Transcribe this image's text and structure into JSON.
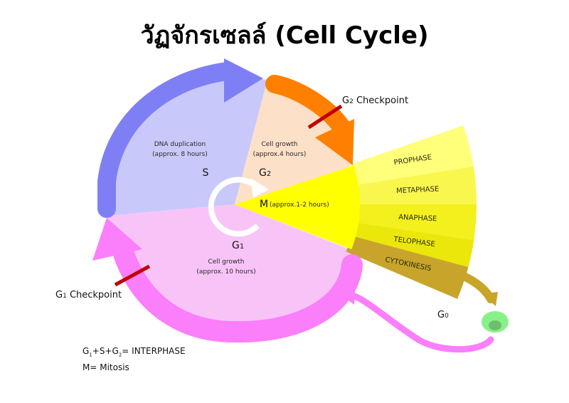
{
  "title": "วัฏจักรเซลล์   (Cell Cycle)",
  "phases": {
    "S": {
      "label": "S",
      "desc_line1": "DNA duplication",
      "desc_line2": "(approx. 8 hours)",
      "color": "#c8c8fa",
      "arrow_color": "#7f7ff5"
    },
    "G2": {
      "label": "G",
      "sub": "2",
      "desc_line1": "Cell growth",
      "desc_line2": "(approx.4 hours)",
      "color": "#fde0c8",
      "arrow_color": "#ff8000"
    },
    "M": {
      "label": "M",
      "desc": "(approx.1-2 hours)",
      "color": "#ffff00"
    },
    "G1": {
      "label": "G",
      "sub": "1",
      "desc_line1": "Cell growth",
      "desc_line2": "(approx. 10 hours)",
      "color": "#f8c4f8",
      "arrow_color": "#fb7efb"
    },
    "G0": {
      "label": "G",
      "sub": "0"
    }
  },
  "mitosis_stages": [
    {
      "label": "PROPHASE",
      "color": "#ffff7a"
    },
    {
      "label": "METAPHASE",
      "color": "#f9f74e"
    },
    {
      "label": "ANAPHASE",
      "color": "#f3f01e"
    },
    {
      "label": "TELOPHASE",
      "color": "#ebe70a"
    },
    {
      "label": "CYTOKINESIS",
      "color": "#c8a52a"
    }
  ],
  "checkpoints": {
    "g2": {
      "label_main": "G",
      "label_sub": "2",
      "label_rest": " Checkpoint",
      "color": "#c00000"
    },
    "g1": {
      "label_main": "G",
      "label_sub": "1",
      "label_rest": " Checkpoint",
      "color": "#c00000"
    }
  },
  "legend": {
    "line1_prefix": "G",
    "line1_s1": "1",
    "line1_mid1": "+S+G",
    "line1_s2": "2",
    "line1_rest": "= INTERPHASE",
    "line2": "M= Mitosis"
  },
  "g0_cell": {
    "outer_color": "#88f088",
    "inner_color": "#6cc06c"
  },
  "g0_arrow_color": "#c8a52a"
}
